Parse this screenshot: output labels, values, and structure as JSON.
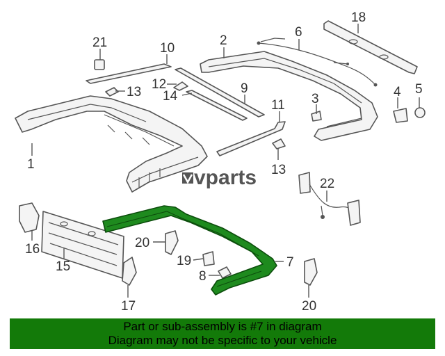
{
  "watermark": {
    "brand": "vparts",
    "logo_icon": "chevron-v-icon"
  },
  "callouts": [
    {
      "id": "c1",
      "label": "1"
    },
    {
      "id": "c2",
      "label": "2"
    },
    {
      "id": "c3",
      "label": "3"
    },
    {
      "id": "c4",
      "label": "4"
    },
    {
      "id": "c5",
      "label": "5"
    },
    {
      "id": "c6",
      "label": "6"
    },
    {
      "id": "c7",
      "label": "7"
    },
    {
      "id": "c8",
      "label": "8"
    },
    {
      "id": "c9",
      "label": "9"
    },
    {
      "id": "c10",
      "label": "10"
    },
    {
      "id": "c11",
      "label": "11"
    },
    {
      "id": "c12",
      "label": "12"
    },
    {
      "id": "c13a",
      "label": "13"
    },
    {
      "id": "c13b",
      "label": "13"
    },
    {
      "id": "c14",
      "label": "14"
    },
    {
      "id": "c15",
      "label": "15"
    },
    {
      "id": "c16",
      "label": "16"
    },
    {
      "id": "c17",
      "label": "17"
    },
    {
      "id": "c18",
      "label": "18"
    },
    {
      "id": "c19",
      "label": "19"
    },
    {
      "id": "c20a",
      "label": "20"
    },
    {
      "id": "c20b",
      "label": "20"
    },
    {
      "id": "c21",
      "label": "21"
    },
    {
      "id": "c22",
      "label": "22"
    }
  ],
  "highlight": {
    "part_number": "7",
    "color": "#1e8a1e"
  },
  "footer": {
    "line1": "Part or sub-assembly is #7 in diagram",
    "line2": "Diagram may not be specific to your vehicle",
    "background": "#137a09"
  }
}
